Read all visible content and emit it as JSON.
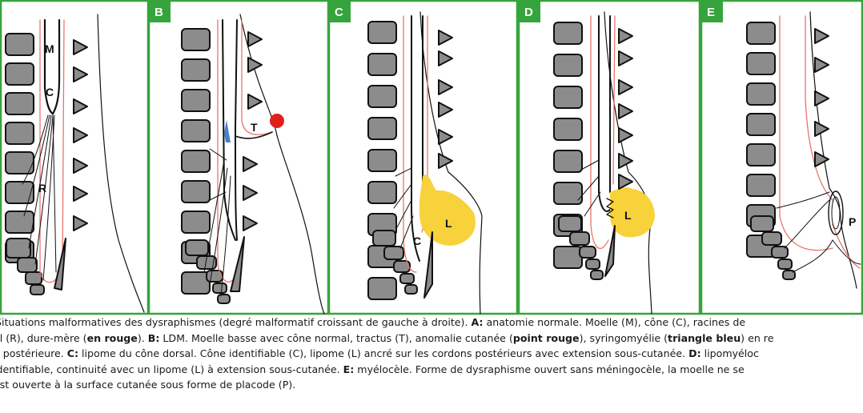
{
  "panels": [
    {
      "id": "A",
      "labels": {
        "m": "M",
        "c": "C",
        "r": "R"
      }
    },
    {
      "id": "B",
      "labels": {
        "t": "T"
      }
    },
    {
      "id": "C",
      "labels": {
        "l": "L",
        "c": "C"
      }
    },
    {
      "id": "D",
      "labels": {
        "l": "L"
      }
    },
    {
      "id": "E",
      "labels": {
        "p": "P"
      }
    }
  ],
  "colors": {
    "frame_green": "#36a43c",
    "vertebra_fill": "#8c8c8c",
    "dura_red": "#e8756a",
    "cutaneous_red": "#e0201b",
    "syrinx_blue": "#4a7fd1",
    "lipoma_yellow": "#f7d23a"
  },
  "caption": {
    "lines": [
      [
        {
          "t": "Situations malformatives des dysraphismes (degré malformatif croissant de gauche à droite). "
        },
        {
          "t": "A:",
          "b": true
        },
        {
          "t": " anatomie normale. Moelle (M), cône (C), racines de"
        }
      ],
      [
        {
          "t": "al (R), dure-mère ("
        },
        {
          "t": "en rouge",
          "b": true
        },
        {
          "t": "). "
        },
        {
          "t": "B:",
          "b": true
        },
        {
          "t": " LDM. Moelle basse avec cône normal, tractus (T), anomalie cutanée ("
        },
        {
          "t": "point rouge",
          "b": true
        },
        {
          "t": "), syringomyélie ("
        },
        {
          "t": "triangle bleu",
          "b": true
        },
        {
          "t": ") en re"
        }
      ],
      [
        {
          "t": "e postérieure. "
        },
        {
          "t": "C:",
          "b": true
        },
        {
          "t": " lipome du cône dorsal. Cône identifiable (C), lipome (L) ancré sur les cordons postérieurs avec extension sous-cutanée. "
        },
        {
          "t": "D:",
          "b": true
        },
        {
          "t": " lipomyéloc"
        }
      ],
      [
        {
          "t": " identifiable, continuité avec un lipome (L) à extension sous-cutanée. "
        },
        {
          "t": "E:",
          "b": true
        },
        {
          "t": " myélocèle. Forme de dysraphisme ouvert sans méningocèle, la moelle ne se"
        }
      ],
      [
        {
          "t": "est ouverte à la surface cutanée sous forme de placode (P)."
        }
      ]
    ]
  }
}
